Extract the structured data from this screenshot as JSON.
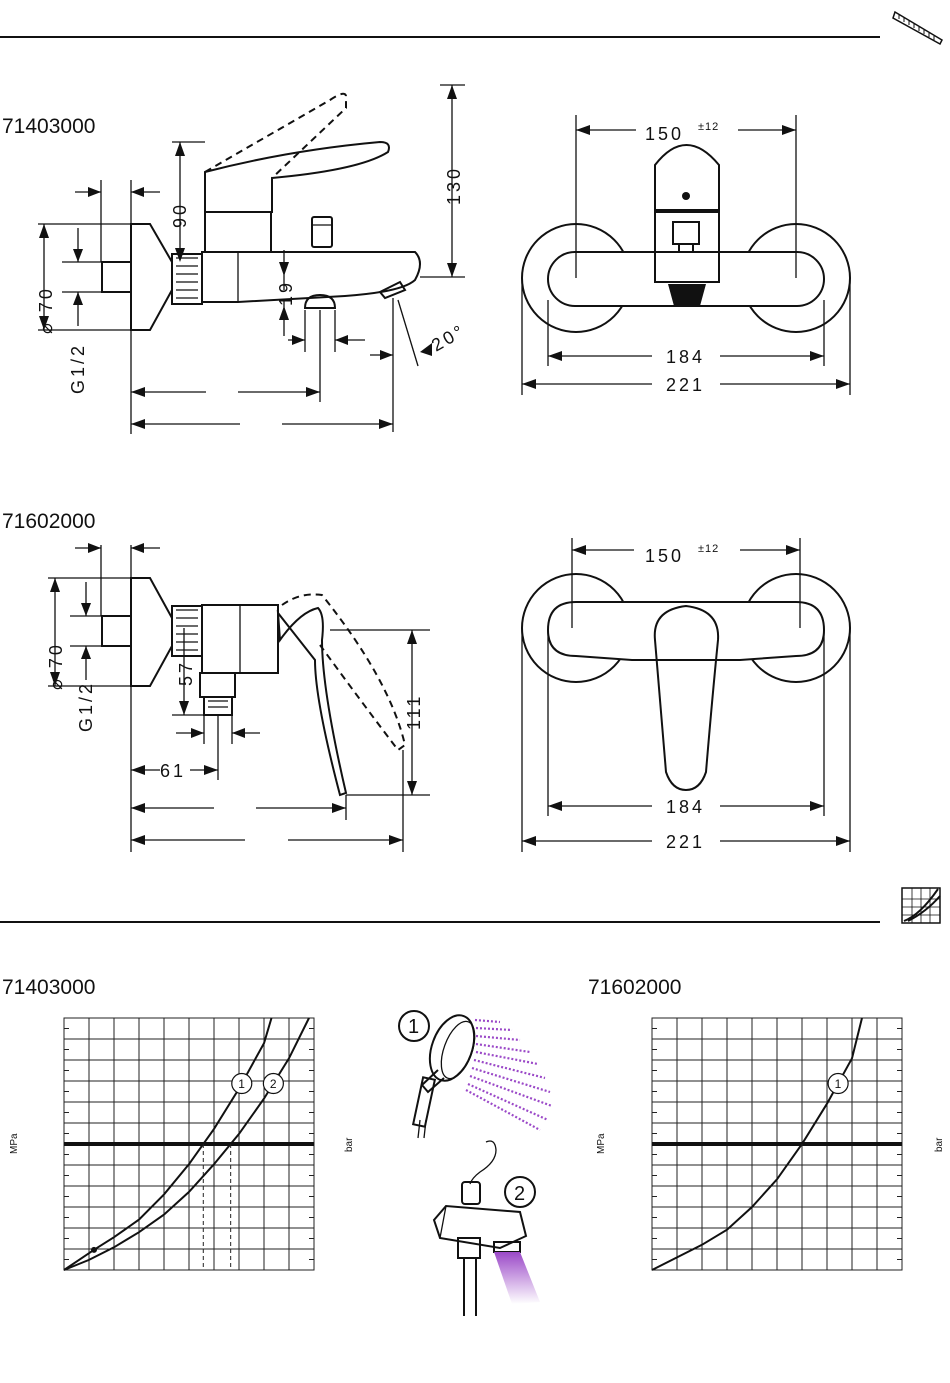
{
  "section1": {
    "model_top": "71403000",
    "model_bottom": "71602000",
    "bath_mixer_side": {
      "dim_g": "G1/2",
      "dim_dia": "⌀ 70",
      "dim_90": "90",
      "dim_130": "130",
      "dim_19": "19",
      "dim_20deg": "20°"
    },
    "bath_mixer_front": {
      "dim_150": "150",
      "dim_150_tol": "±12",
      "dim_184": "184",
      "dim_221": "221"
    },
    "shower_mixer_side": {
      "dim_g": "G1/2",
      "dim_dia": "⌀ 70",
      "dim_57": "57",
      "dim_111": "111",
      "dim_61": "61"
    },
    "shower_mixer_front": {
      "dim_150": "150",
      "dim_150_tol": "±12",
      "dim_184": "184",
      "dim_221": "221"
    }
  },
  "section2": {
    "chart_left_title": "71403000",
    "chart_right_title": "71602000",
    "unit_left": "MPa",
    "unit_right": "bar",
    "callout_1": "1",
    "callout_2": "2"
  },
  "chart_data": [
    {
      "type": "line",
      "title": "71403000",
      "ylabel": "MPa",
      "y2label": "bar",
      "grid": true,
      "series": [
        {
          "name": "1",
          "values": [
            [
              0,
              0
            ],
            [
              0.06,
              0.4
            ],
            [
              0.12,
              0.8
            ],
            [
              0.2,
              1.3
            ],
            [
              0.3,
              2.0
            ],
            [
              0.4,
              3.0
            ],
            [
              0.5,
              4.2
            ],
            [
              0.6,
              5.6
            ],
            [
              0.7,
              7.2
            ],
            [
              0.8,
              9.0
            ],
            [
              0.83,
              10.0
            ]
          ]
        },
        {
          "name": "2",
          "values": [
            [
              0,
              0
            ],
            [
              0.1,
              0.4
            ],
            [
              0.2,
              0.9
            ],
            [
              0.3,
              1.5
            ],
            [
              0.4,
              2.2
            ],
            [
              0.5,
              3.1
            ],
            [
              0.6,
              4.2
            ],
            [
              0.7,
              5.4
            ],
            [
              0.8,
              6.8
            ],
            [
              0.9,
              8.4
            ],
            [
              0.98,
              10.0
            ]
          ]
        }
      ]
    },
    {
      "type": "line",
      "title": "71602000",
      "ylabel": "MPa",
      "y2label": "bar",
      "grid": true,
      "series": [
        {
          "name": "1",
          "values": [
            [
              0,
              0
            ],
            [
              0.1,
              0.5
            ],
            [
              0.2,
              1.0
            ],
            [
              0.3,
              1.6
            ],
            [
              0.4,
              2.5
            ],
            [
              0.5,
              3.6
            ],
            [
              0.6,
              5.0
            ],
            [
              0.7,
              6.6
            ],
            [
              0.8,
              8.4
            ],
            [
              0.84,
              10.0
            ]
          ]
        }
      ]
    }
  ]
}
